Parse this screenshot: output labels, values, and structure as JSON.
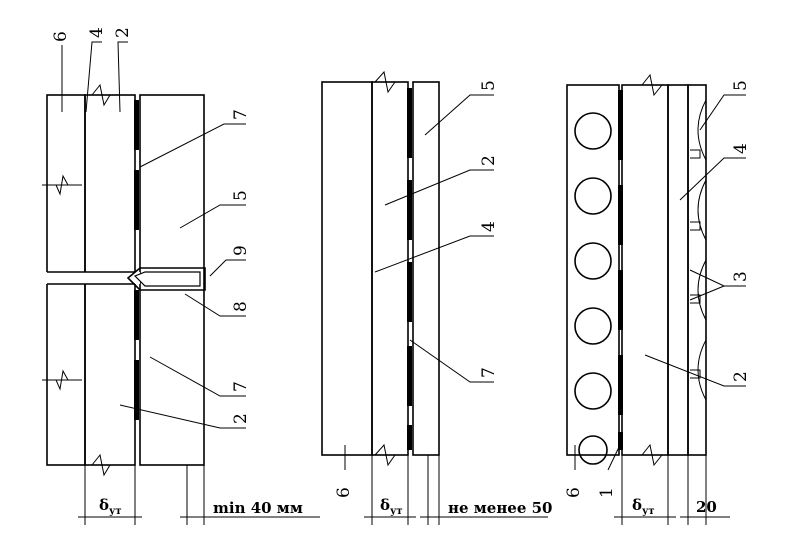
{
  "labels": {
    "s1": [
      "6",
      "4",
      "2",
      "7",
      "5",
      "9",
      "8",
      "7",
      "2"
    ],
    "s2": [
      "5",
      "2",
      "4",
      "7",
      "6"
    ],
    "s3": [
      "5",
      "4",
      "3",
      "2",
      "6",
      "1"
    ]
  },
  "dims": {
    "delta_main": "δ",
    "delta_sub": "ут",
    "s1_min": "min 40 мм",
    "s2_min": "не менее 50",
    "s3_gap": "20"
  }
}
